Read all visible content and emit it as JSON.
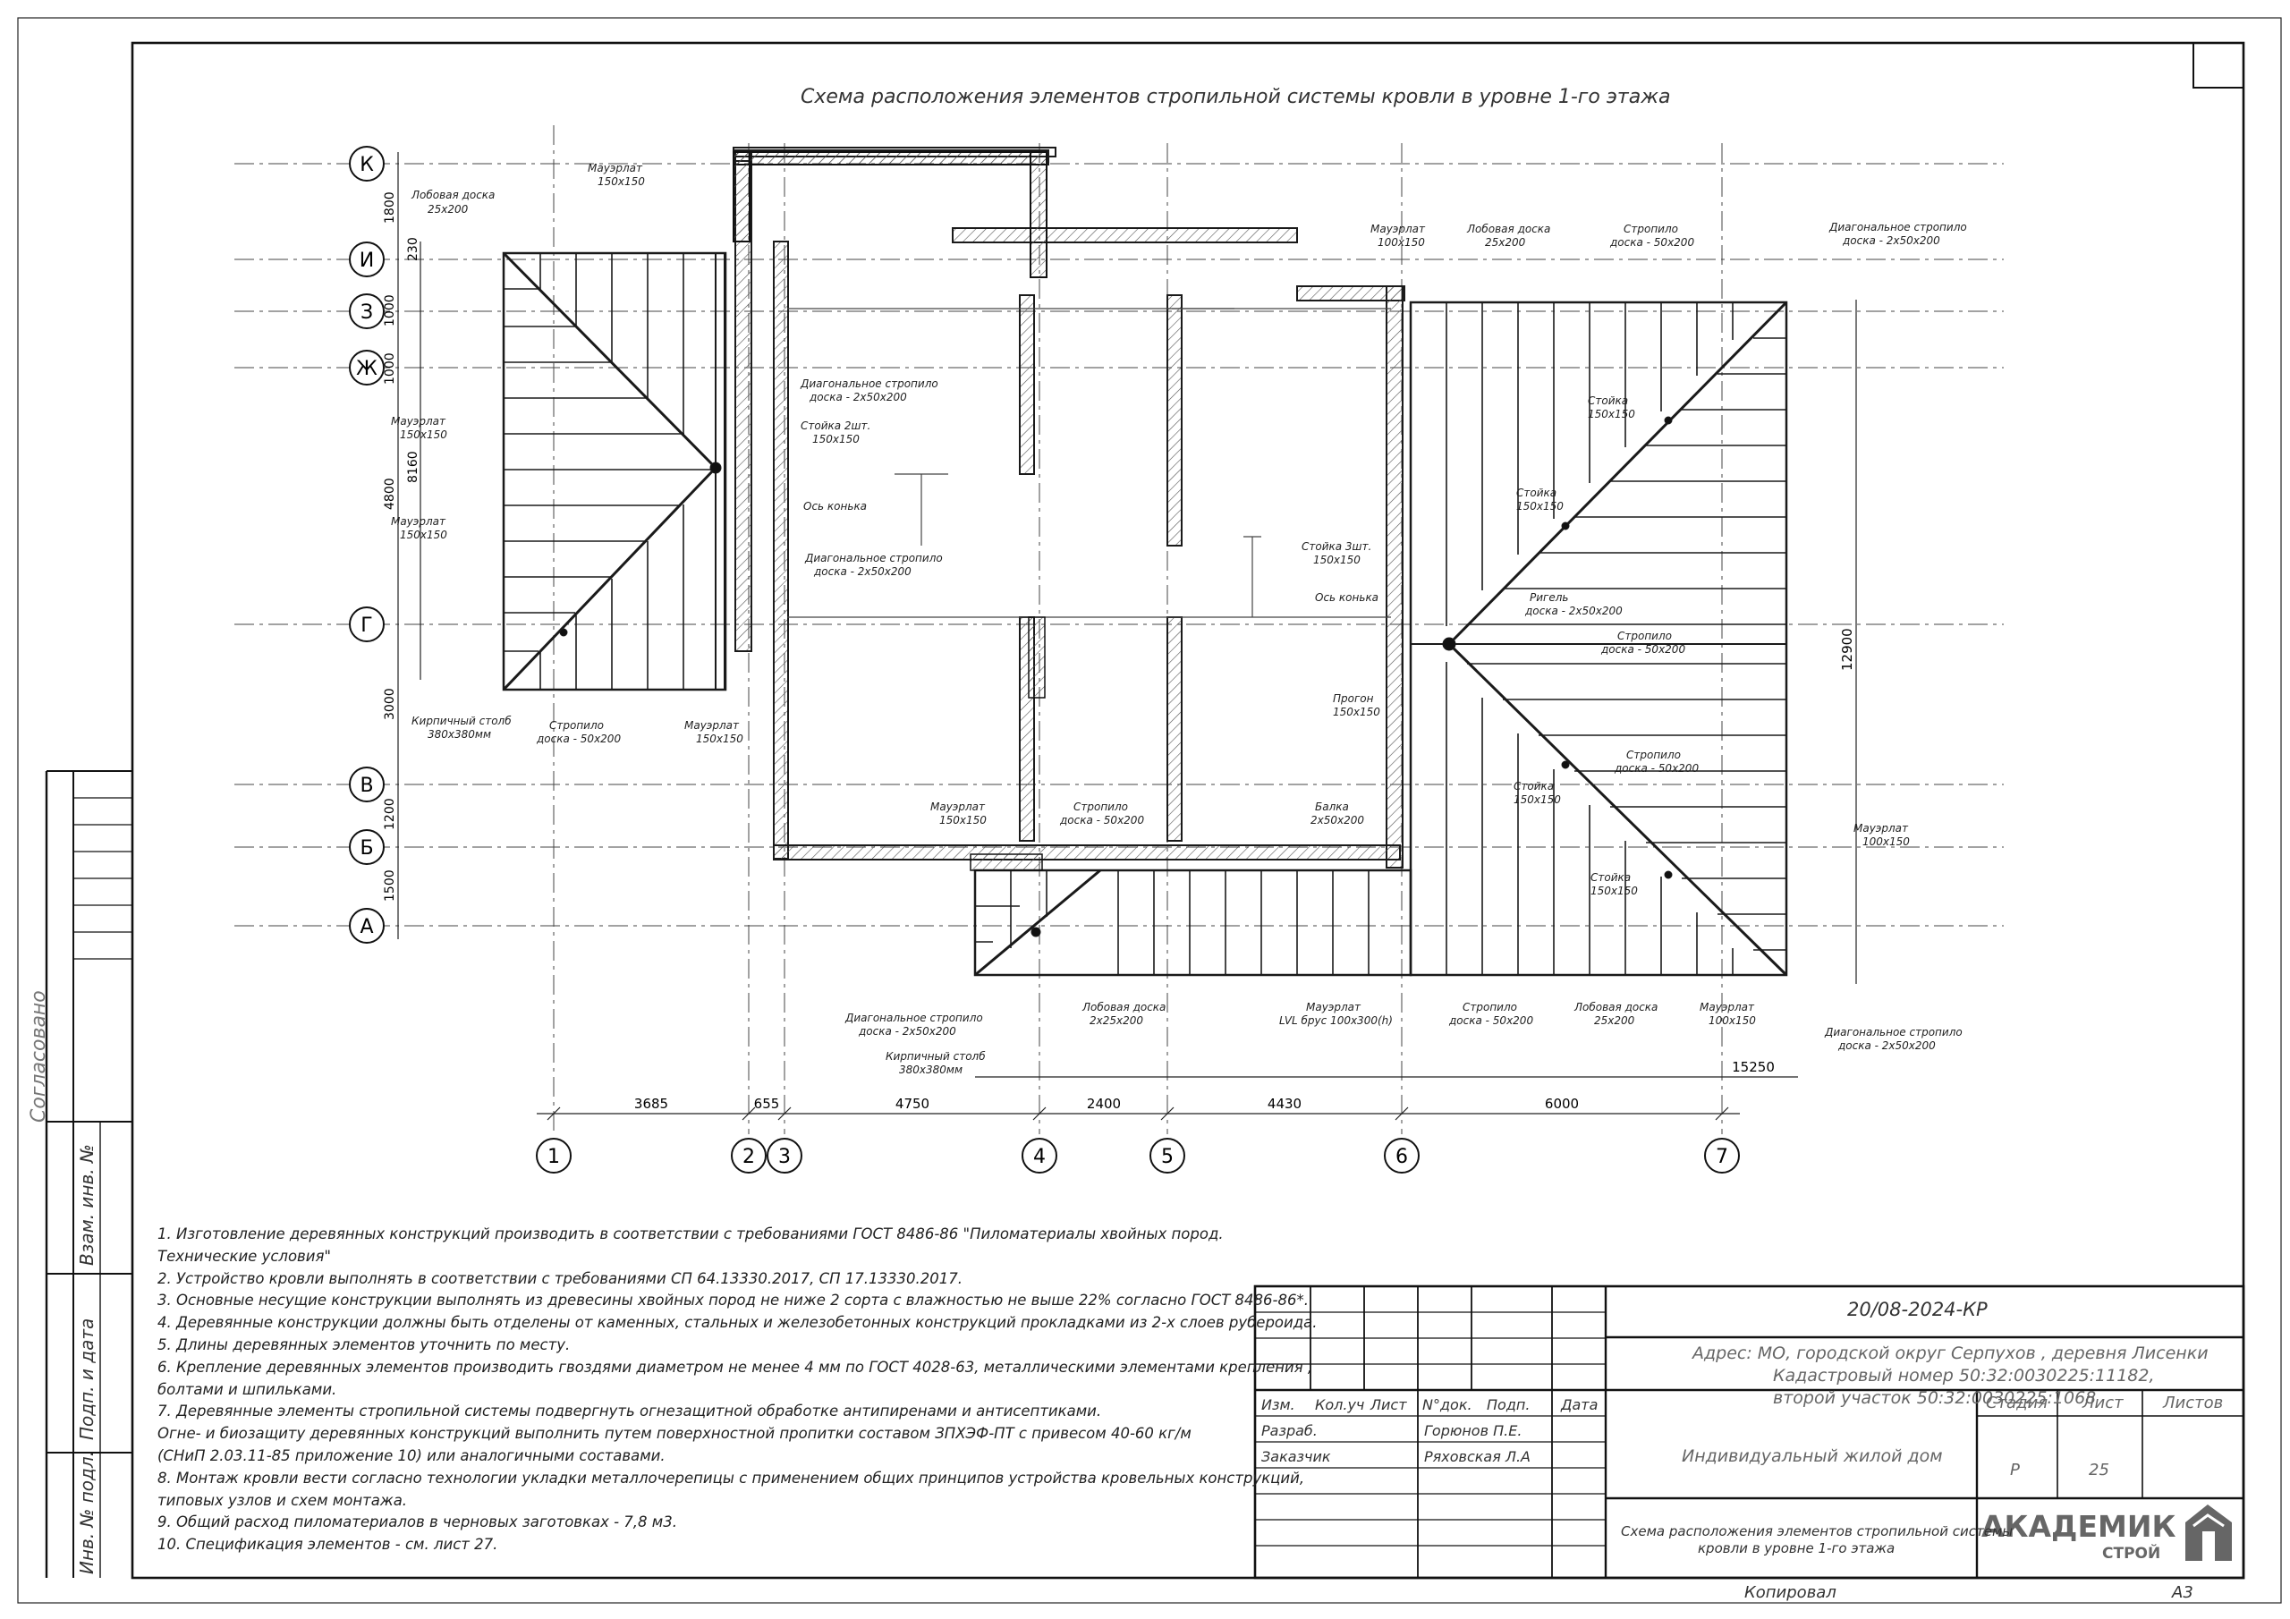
{
  "title": "Схема расположения элементов стропильной системы кровли в уровне 1-го этажа",
  "axes_letters": [
    "К",
    "И",
    "З",
    "Ж",
    "Г",
    "В",
    "Б",
    "А"
  ],
  "axes_numbers": [
    "1",
    "2",
    "3",
    "4",
    "5",
    "6",
    "7"
  ],
  "bottom_dims": [
    "3685",
    "655",
    "4750",
    "2400",
    "4430",
    "6000"
  ],
  "overall_bottom_dim": "15250",
  "left_dims": [
    "1800",
    "230",
    "1000",
    "1000",
    "4800",
    "8160",
    "3000",
    "1200",
    "1500"
  ],
  "right_dim": "12900",
  "labels": {
    "mauerlat_150": "Мауэрлат",
    "mauerlat_size": "150х150",
    "lobovaya": "Лобовая доска",
    "lobovaya_size": "25х200",
    "stropilo": "Стропило",
    "stropilo_size": "доска - 50х200",
    "diag": "Диагональное стропило",
    "diag_size": "доска - 2х50х200",
    "stoyka": "Стойка",
    "stoyka_size": "150х150",
    "stoyka2": "Стойка 2шт.",
    "stoyka3": "Стойка 3шт.",
    "os_konka": "Ось конька",
    "rigel": "Ригель",
    "rigel_size": "доска - 2х50х200",
    "progon": "Прогон",
    "progon_size": "150х150",
    "kirp": "Кирпичный столб",
    "kirp_size": "380х380мм",
    "balka": "Балка",
    "balka_size": "2х50х200",
    "mauerlat_100": "100х150",
    "lvl": "LVL брус 100х300(h)",
    "lobovaya2": "2х25х200"
  },
  "notes": [
    "1. Изготовление деревянных конструкций производить в соответствии с требованиями ГОСТ 8486-86 \"Пиломатериалы хвойных пород.",
    "Технические условия\"",
    "2. Устройство кровли выполнять в соответствии с требованиями СП 64.13330.2017, СП 17.13330.2017.",
    "3. Основные несущие конструкции выполнять из древесины хвойных пород не ниже 2 сорта с влажностью не выше 22% согласно ГОСТ 8486-86*.",
    "4. Деревянные конструкции должны быть отделены от каменных, стальных и железобетонных конструкций прокладками из 2-х слоев рубероида.",
    "5. Длины деревянных элементов уточнить по месту.",
    "6. Крепление деревянных элементов производить гвоздями диаметром не менее 4 мм по ГОСТ 4028-63, металлическими элементами крепления ,",
    "болтами и шпильками.",
    "7. Деревянные элементы стропильной системы подвергнуть огнезащитной обработке антипиренами и антисептиками.",
    "Огне- и биозащиту деревянных конструкций выполнить путем поверхностной пропитки составом ЗПХЭФ-ПТ с привесом 40-60 кг/м",
    "(СНиП 2.03.11-85 приложение 10) или аналогичными составами.",
    "8. Монтаж кровли вести согласно технологии укладки металлочерепицы с применением общих принципов устройства кровельных конструкций,",
    "типовых узлов и схем монтажа.",
    "9. Общий расход пиломатериалов в черновых заготовках - 7,8 м3.",
    "10. Спецификация элементов - см. лист 27."
  ],
  "side_stamps": [
    "Согласовано",
    "Взам. инв. №",
    "Подп. и дата",
    "Инв. № подл."
  ],
  "titleblock": {
    "code": "20/08-2024-КР",
    "address1": "Адрес: МО, городской округ Серпухов , деревня Лисенки",
    "address2": "Кадастровый номер 50:32:0030225:11182,",
    "address3": "второй участок 50:32:0030225:1068",
    "hdr_izm": "Изм.",
    "hdr_kol": "Кол.уч",
    "hdr_list": "Лист",
    "hdr_ndok": "N°док.",
    "hdr_podp": "Подп.",
    "hdr_data": "Дата",
    "razrab": "Разраб.",
    "razrab_name": "Горюнов П.Е.",
    "zakazchik": "Заказчик",
    "zakazchik_name": "Ряховская Л.А",
    "object": "Индивидуальный жилой дом",
    "stadia_h": "Стадия",
    "list_h": "Лист",
    "listov_h": "Листов",
    "stadia": "Р",
    "list": "25",
    "listov": "",
    "sheet_title1": "Схема расположения элементов стропильной системы",
    "sheet_title2": "кровли в уровне 1-го этажа",
    "logo_main": "АКАДЕМИК",
    "logo_sub": "СТРОЙ",
    "kopiroval": "Копировал",
    "format": "А3"
  },
  "colors": {
    "line": "#1a1a1a",
    "paper": "#ffffff",
    "hatch": "#555555"
  }
}
